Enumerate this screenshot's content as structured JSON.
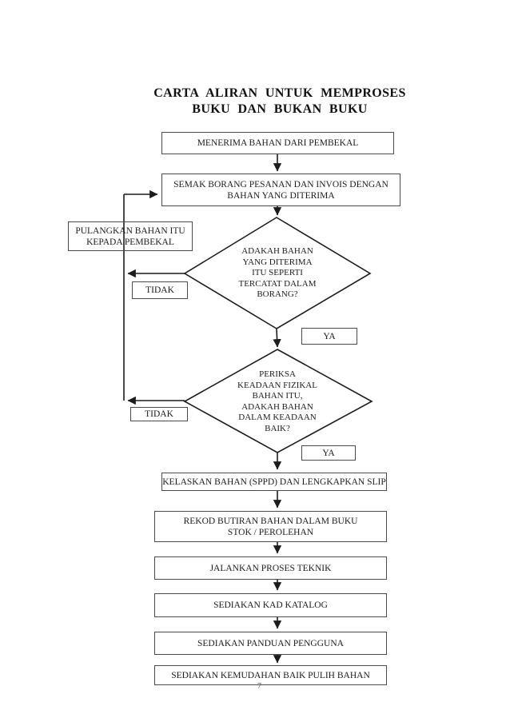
{
  "page": {
    "title": "CARTA ALIRAN UNTUK MEMPROSES\nBUKU DAN BUKAN BUKU",
    "page_number": "7"
  },
  "colors": {
    "ink": "#1c1c1c",
    "box_border": "#4a4a4a",
    "background": "#ffffff"
  },
  "flowchart": {
    "menerima": {
      "label": "MENERIMA BAHAN DARI PEMBEKAL"
    },
    "semak": {
      "label": "SEMAK BORANG PESANAN DAN INVOIS DENGAN\nBAHAN YANG DITERIMA"
    },
    "pulangkan": {
      "label": "PULANGKAN BAHAN ITU\nKEPADA PEMBEKAL"
    },
    "decision1": {
      "label": "ADAKAH BAHAN\nYANG DITERIMA\nITU SEPERTI\nTERCATAT DALAM\nBORANG?",
      "yes_label": "YA",
      "no_label": "TIDAK"
    },
    "decision2": {
      "label": "PERIKSA\nKEADAAN FIZIKAL\nBAHAN ITU,\nADAKAH BAHAN\nDALAM KEADAAN\nBAIK?",
      "yes_label": "YA",
      "no_label": "TIDAK"
    },
    "kelaskan": {
      "label": "KELASKAN BAHAN (SPPD) DAN LENGKAPKAN SLIP"
    },
    "rekod": {
      "label": "REKOD BUTIRAN BAHAN DALAM BUKU\nSTOK / PEROLEHAN"
    },
    "jalankan": {
      "label": "JALANKAN PROSES TEKNIK"
    },
    "katalog": {
      "label": "SEDIAKAN KAD KATALOG"
    },
    "panduan": {
      "label": "SEDIAKAN PANDUAN PENGGUNA"
    },
    "kemudahan": {
      "label": "SEDIAKAN KEMUDAHAN BAIK PULIH BAHAN"
    }
  }
}
